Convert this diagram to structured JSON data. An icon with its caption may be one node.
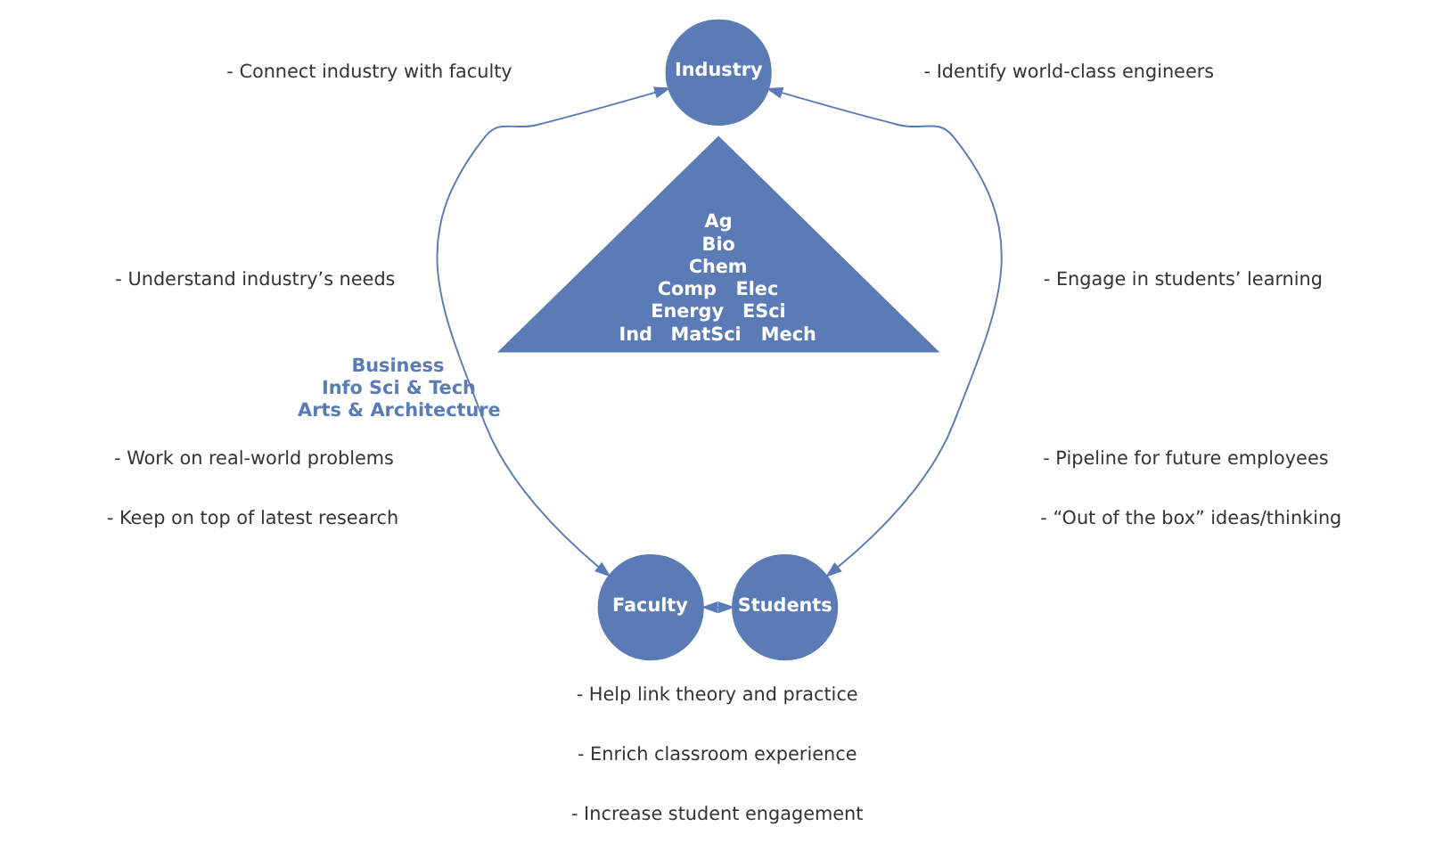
{
  "diagram": {
    "nodes": [
      {
        "text": [
          "Industry"
        ]
      },
      {
        "text": [
          "Ag",
          "Bio",
          "Chem",
          "Comp",
          "Elec",
          "Energy",
          "ESci",
          "Ind",
          "MatSci",
          "Mech"
        ],
        "beside": [
          "Business",
          "Info Sci & Tech",
          "Arts & Architecture"
        ]
      },
      {
        "text": [
          "Faculty"
        ]
      },
      {
        "text": [
          "Students"
        ]
      }
    ],
    "edges": [
      {
        "from": 0,
        "to": 2,
        "arrow": "both"
      },
      {
        "from": 0,
        "to": 3,
        "arrow": "both"
      },
      {
        "from": 2,
        "to": 3,
        "arrow": "both"
      }
    ],
    "labels": [
      "- Connect industry with faculty",
      "- Understand industry’s needs",
      "- Work on real-world problems",
      "- Keep on top of latest research",
      "- Identify world-class engineers",
      "- Engage in students’ learning",
      "- Pipeline for future employees",
      "- “Out of the box” ideas/thinking",
      "- Help link theory and practice",
      "- Enrich classroom experience",
      "- Increase student engagement"
    ]
  }
}
